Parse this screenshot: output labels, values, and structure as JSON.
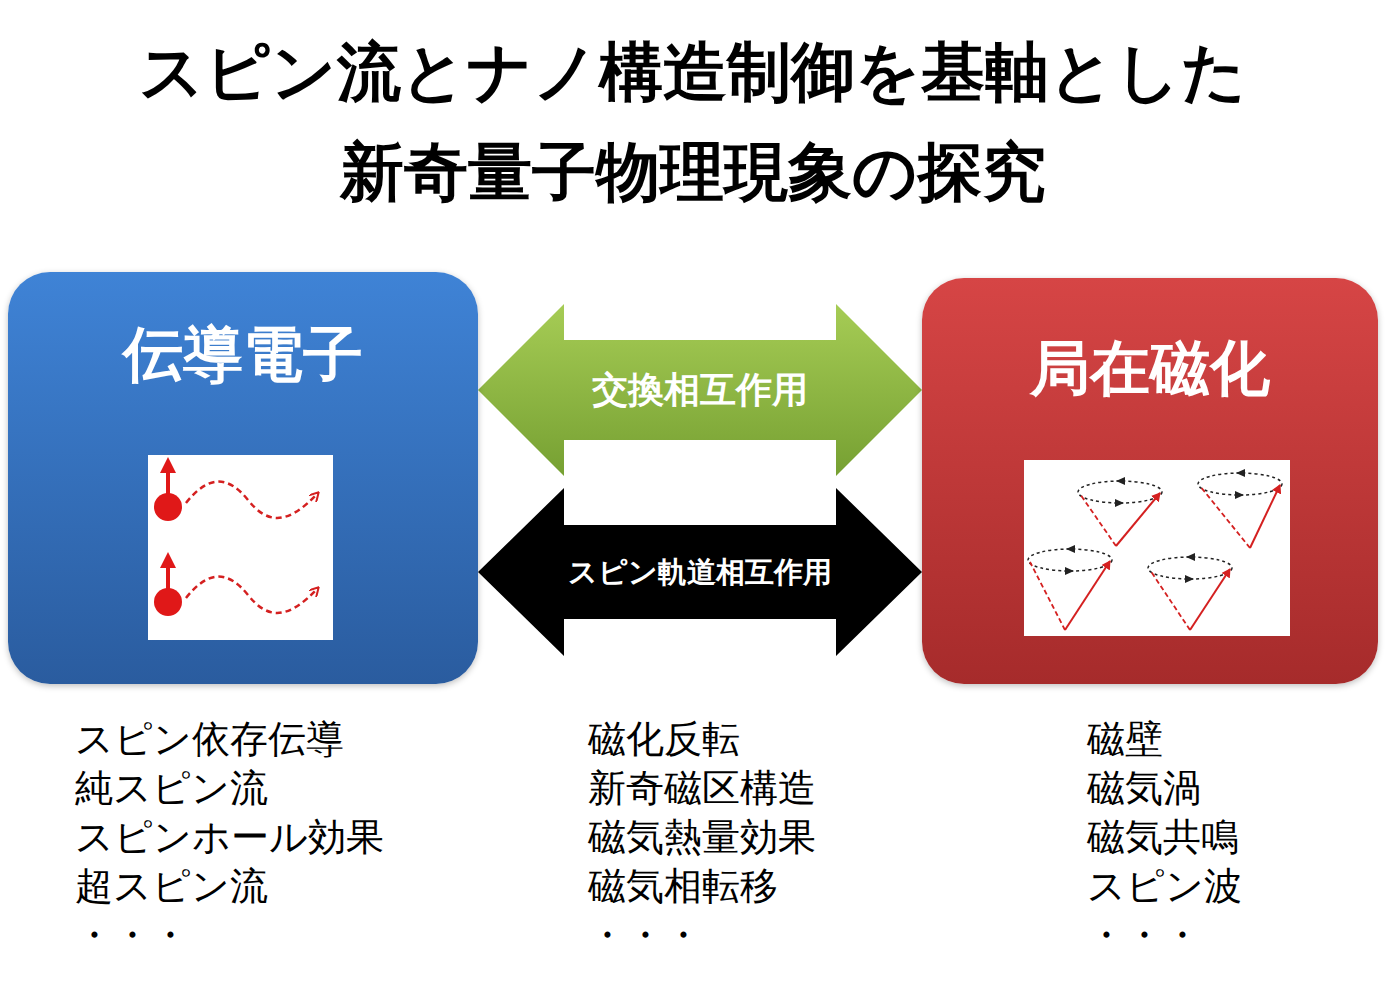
{
  "diagram": {
    "title": "スピン流とナノ構造制御を基軸とした 新奇量子物理現象の探究",
    "nodes": [
      {
        "text": [
          "伝導電子"
        ]
      },
      {
        "text": [
          "局在磁化"
        ]
      }
    ],
    "edges": [
      {
        "from": 0,
        "to": 1,
        "arrow": "both",
        "label": "交換相互作用"
      },
      {
        "from": 0,
        "to": 1,
        "arrow": "both",
        "label": "スピン軌道相互作用"
      }
    ],
    "labels": [
      "スピン依存伝導",
      "純スピン流",
      "スピンホール効果",
      "超スピン流",
      "・・・",
      "磁化反転",
      "新奇磁区構造",
      "磁気熱量効果",
      "磁気相転移",
      "・・・",
      "磁壁",
      "磁気渦",
      "磁気共鳴",
      "スピン波",
      "・・・"
    ]
  }
}
